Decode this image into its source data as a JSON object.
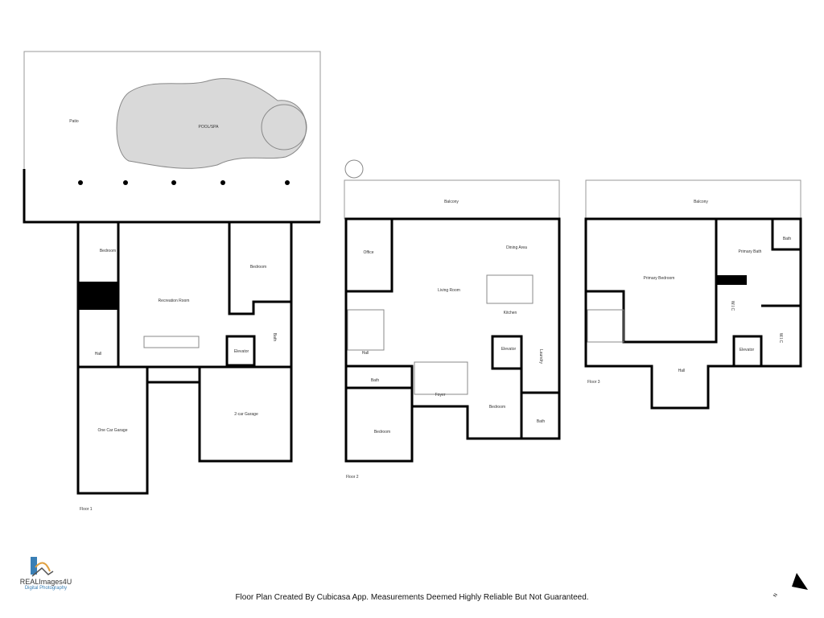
{
  "floor1": {
    "label": "Floor 1",
    "rooms": {
      "patio": "Patio",
      "pool": "POOL/SPA",
      "bedroom_a": "Bedroom",
      "recreation": "Recreation Room",
      "bedroom_b": "Bedroom",
      "hall": "Hall",
      "bath": "Bath",
      "elevator": "Elevator",
      "one_car_garage": "One Car Garage",
      "two_car_garage": "2-car Garage"
    }
  },
  "floor2": {
    "label": "Floor 2",
    "rooms": {
      "balcony": "Balcony",
      "office": "Office",
      "dining": "Dining Area",
      "living": "Living Room",
      "kitchen": "Kitchen",
      "hall": "Hall",
      "elevator": "Elevator",
      "laundry": "Laundry",
      "bath_a": "Bath",
      "foyer": "Foyer",
      "bedroom_a": "Bedroom",
      "bath_b": "Bath",
      "bedroom_b": "Bedroom"
    }
  },
  "floor3": {
    "label": "Floor 3",
    "rooms": {
      "balcony": "Balcony",
      "primary_bath": "Primary Bath",
      "bath": "Bath",
      "primary_bedroom": "Primary Bedroom",
      "wic_a": "W.I.C",
      "wic_b": "W.I.C",
      "elevator": "Elevator",
      "hall": "Hall"
    }
  },
  "logo": {
    "name": "REALImages4U",
    "tagline": "Digital Photography"
  },
  "disclaimer": "Floor Plan Created By Cubicasa App. Measurements Deemed Highly Reliable But Not Guaranteed.",
  "compass": {
    "label": "N"
  },
  "colors": {
    "wall": "#000000",
    "pool": "#d9d9d9",
    "logo_blue": "#3a7fb5"
  }
}
